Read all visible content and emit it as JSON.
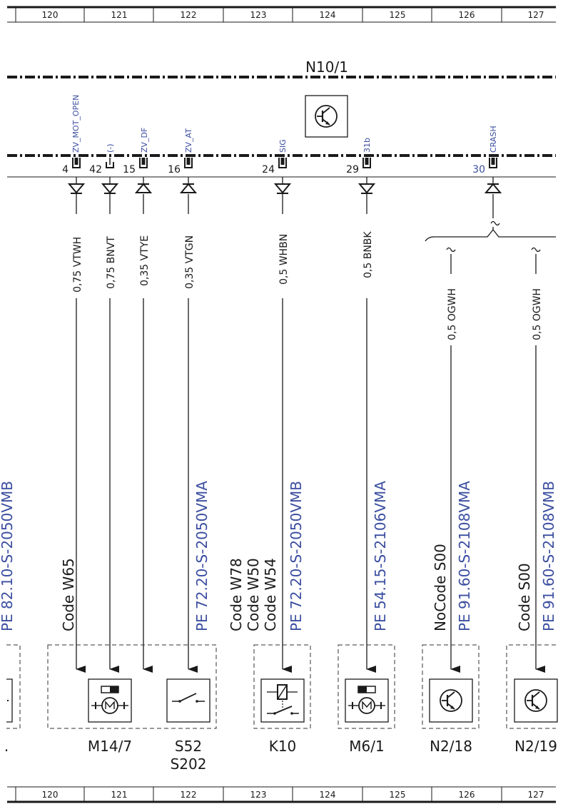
{
  "grid": {
    "columns": [
      "120",
      "121",
      "122",
      "123",
      "124",
      "125",
      "126",
      "127"
    ]
  },
  "control_unit": {
    "label": "N10/1",
    "icon": "transistor-icon"
  },
  "pins": [
    {
      "signal": "ZV_MOT_OPEN",
      "number": "4",
      "direction": "out",
      "wire": "0,75 VTWH"
    },
    {
      "signal": "(-)",
      "number": "42",
      "direction": "out",
      "wire": "0,75 BNVT"
    },
    {
      "signal": "ZV_DF",
      "number": "15",
      "direction": "in",
      "wire": "0,35 VTYE"
    },
    {
      "signal": "ZV_AT",
      "number": "16",
      "direction": "in",
      "wire": "0,35 VTGN"
    },
    {
      "signal": "SIG",
      "number": "24",
      "direction": "out",
      "wire": "0,5 WHBN"
    },
    {
      "signal": "31b",
      "number": "29",
      "direction": "out",
      "wire": "0,5 BNBK"
    },
    {
      "signal": "CRASH",
      "number": "30",
      "direction": "in",
      "wire": ""
    }
  ],
  "branch_wires": [
    "0,5 OGWH",
    "0,5 OGWH"
  ],
  "codes": {
    "left_ref": "PE 82.10-S-2050VMB",
    "m14": "Code W65",
    "s52_ref": "PE 72.20-S-2050VMA",
    "k10_codes": [
      "Code W78",
      "Code W50",
      "Code W54"
    ],
    "k10_ref": "PE 72.20-S-2050VMB",
    "m6_ref": "PE 54.15-S-2106VMA",
    "n218_code": "NoCode S00",
    "n218_ref": "PE 91.60-S-2108VMA",
    "n219_code": "Code S00",
    "n219_ref": "PE 91.60-S-2108VMB"
  },
  "components": {
    "m14": "M14/7",
    "s52": "S52",
    "s202": "S202",
    "k10": "K10",
    "m6": "M6/1",
    "n218": "N2/18",
    "n219": "N2/19"
  },
  "colors": {
    "line": "#1a1a1a",
    "signal_blue": "#3b4ea0",
    "dash": "#333333"
  }
}
